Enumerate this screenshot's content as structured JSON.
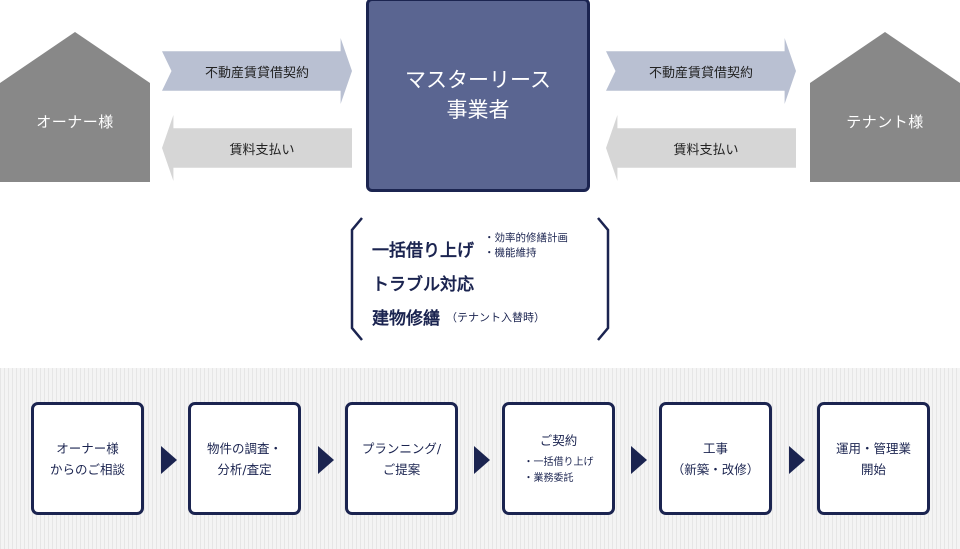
{
  "owner": {
    "label": "オーナー様"
  },
  "tenant": {
    "label": "テナント様"
  },
  "center": {
    "line1": "マスターリース",
    "line2": "事業者"
  },
  "arrows": {
    "left_top": "不動産賃貸借契約",
    "left_bottom": "賃料支払い",
    "right_top": "不動産賃貸借契約",
    "right_bottom": "賃料支払い"
  },
  "services": {
    "item1": "一括借り上げ",
    "item1_notes": [
      "・効率的修繕計画",
      "・機能維持"
    ],
    "item2": "トラブル対応",
    "item3": "建物修繕",
    "item3_note": "（テナント入替時）"
  },
  "steps": [
    {
      "line1": "オーナー様",
      "line2": "からのご相談"
    },
    {
      "line1": "物件の調査・",
      "line2": "分析/査定"
    },
    {
      "line1": "プランニング/",
      "line2": "ご提案"
    },
    {
      "title": "ご契約",
      "subs": [
        "・一括借り上げ",
        "・業務委託"
      ]
    },
    {
      "line1": "工事",
      "line2": "（新築・改修）"
    },
    {
      "line1": "運用・管理業",
      "line2": "開始"
    }
  ],
  "colors": {
    "navy": "#1b2450",
    "center_fill": "#5a6591",
    "house_gray": "#888888",
    "arrow_blue": "#b9c0d2",
    "arrow_gray": "#d6d6d6"
  }
}
